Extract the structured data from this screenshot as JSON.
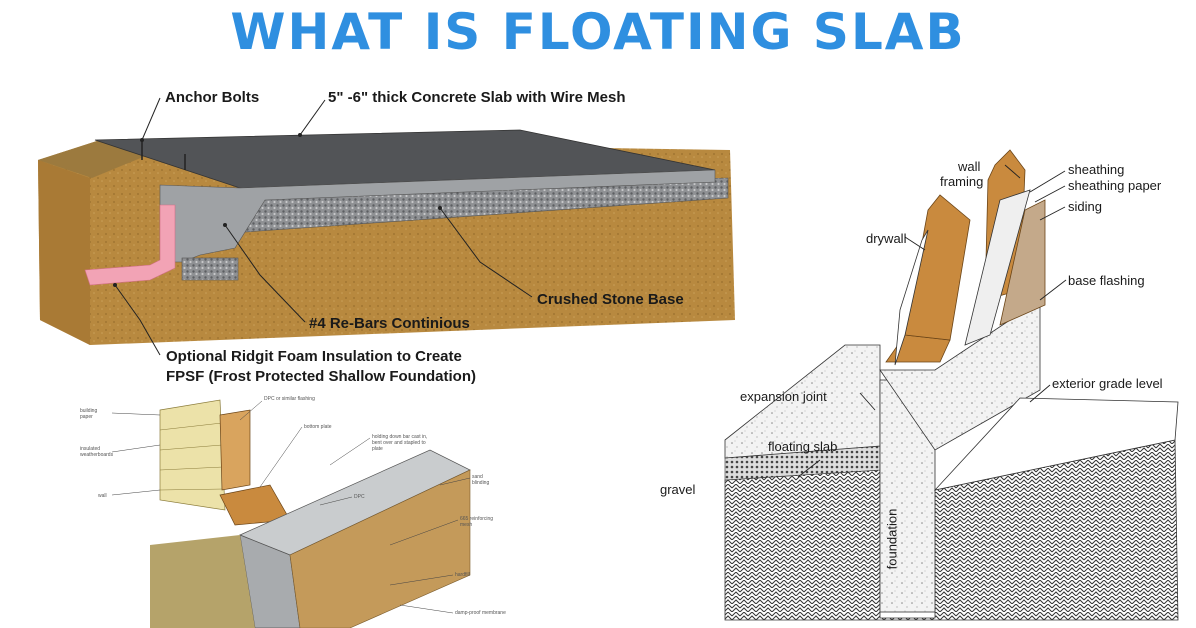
{
  "title": "WHAT IS FLOATING SLAB",
  "slab_diagram": {
    "labels": {
      "anchor_bolts": "Anchor Bolts",
      "concrete_slab": "5\" -6\" thick Concrete Slab with Wire Mesh",
      "crushed_stone": "Crushed Stone Base",
      "rebars": "#4 Re-Bars Continious",
      "insulation_line1": "Optional Ridgit Foam Insulation to Create",
      "insulation_line2": "FPSF (Frost Protected Shallow Foundation)"
    }
  },
  "section_diagram": {
    "labels": {
      "wall_framing_1": "wall",
      "wall_framing_2": "framing",
      "sheathing": "sheathing",
      "sheathing_paper": "sheathing paper",
      "siding": "siding",
      "drywall": "drywall",
      "base_flashing": "base flashing",
      "expansion_joint": "expansion joint",
      "exterior_grade_level": "exterior grade level",
      "floating_slab": "floating slab",
      "gravel": "gravel",
      "foundation": "foundation"
    }
  },
  "detail_diagram": {
    "labels": {
      "building_paper": "building paper",
      "insulated_weatherboards": "insulated weatherboards",
      "wall": "wall",
      "dpc_flashing": "DPC or similar flashing",
      "bottom_plate": "bottom plate",
      "holding_down_bar": "holding down bar cast in, bent over and stapled to plate",
      "dpc": "DPC",
      "sand_blinding": "sand blinding",
      "mesh": "665 reinforcing mesh",
      "hardfill": "hardfill",
      "damp_proof_membrane": "damp-proof membrane"
    }
  }
}
